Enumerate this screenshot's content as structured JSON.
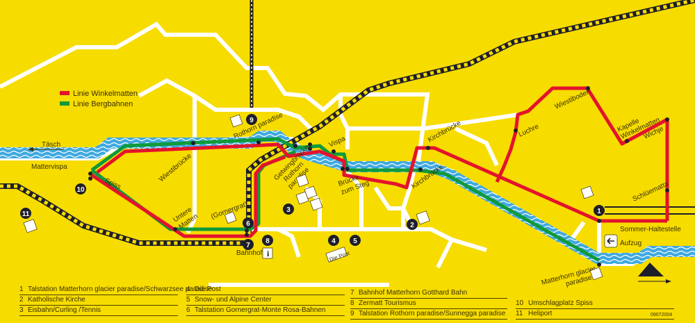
{
  "colors": {
    "background": "#f7dc00",
    "road": "#ffffff",
    "river": "#3fa9e0",
    "line_winkelmatten": "#e3132c",
    "line_bergbahnen": "#0f9a3a",
    "railway_dark": "#1e1e2a",
    "railway_light": "#f7dc00",
    "text": "#3a3000"
  },
  "legend": {
    "items": [
      {
        "label": "Linie Winkelmatten",
        "color": "#e3132c"
      },
      {
        "label": "Linie Bergbahnen",
        "color": "#0f9a3a"
      }
    ]
  },
  "map_labels": {
    "tasch": "Täsch",
    "mattervispa": "Mattervispa",
    "spiss": "Spiss",
    "wiestibrucke": "Wiestibrücke",
    "untere_matten_1": "Untere",
    "untere_matten_2": "Matten",
    "gornergrat": "(Gornergrat)",
    "rothorn_paradise_top": "Rothorn paradise",
    "getwingbrucke": "Getwingbrücke",
    "rothorn": "Rothorn",
    "paradise": "paradise",
    "vispa": "Vispa",
    "brucke_1": "Brücke",
    "brucke_2": "zum Steg",
    "kirchbrucke_top": "Kirchbrücke",
    "kirchbrucke_bottom": "Kirchbrücke",
    "luchre": "Luchre",
    "wiestiboden": "Wiestiboden",
    "kapelle_1": "Kapelle",
    "kapelle_2": "Winkelmatten",
    "wichje": "Wichje",
    "schluematta": "Schlüematta",
    "sommer_haltestelle": "Sommer-Haltestelle",
    "aufzug": "Aufzug",
    "matterhorn_1": "Matterhorn glacier",
    "matterhorn_2": "paradise",
    "bahnhof": "Bahnhof",
    "die_post": "Die Post"
  },
  "markers": {
    "m1": "1",
    "m2": "2",
    "m3": "3",
    "m4": "4",
    "m5": "5",
    "m6": "6",
    "m7": "7",
    "m8": "8",
    "m9": "9",
    "m10": "10",
    "m11": "11"
  },
  "key": {
    "col1": [
      {
        "n": "1",
        "label": "Talstation Matterhorn glacier paradise/Schwarzsee paradise"
      },
      {
        "n": "2",
        "label": "Katholische Kirche"
      },
      {
        "n": "3",
        "label": "Eisbahn/Curling /Tennis"
      }
    ],
    "col2": [
      {
        "n": "4",
        "label": "Die Post"
      },
      {
        "n": "5",
        "label": "Snow- und Alpine Center"
      },
      {
        "n": "6",
        "label": "Talstation Gornergrat-Monte Rosa-Bahnen"
      }
    ],
    "col3": [
      {
        "n": "7",
        "label": "Bahnhof Matterhorn Gotthard Bahn"
      },
      {
        "n": "8",
        "label": "Zermatt Tourismus"
      },
      {
        "n": "9",
        "label": "Talstation Rothorn paradise/Sunnegga paradise"
      }
    ],
    "col4": [
      {
        "n": "10",
        "label": "Umschlagplatz Spiss"
      },
      {
        "n": "11",
        "label": "Heliport"
      }
    ],
    "code": "09072004"
  }
}
